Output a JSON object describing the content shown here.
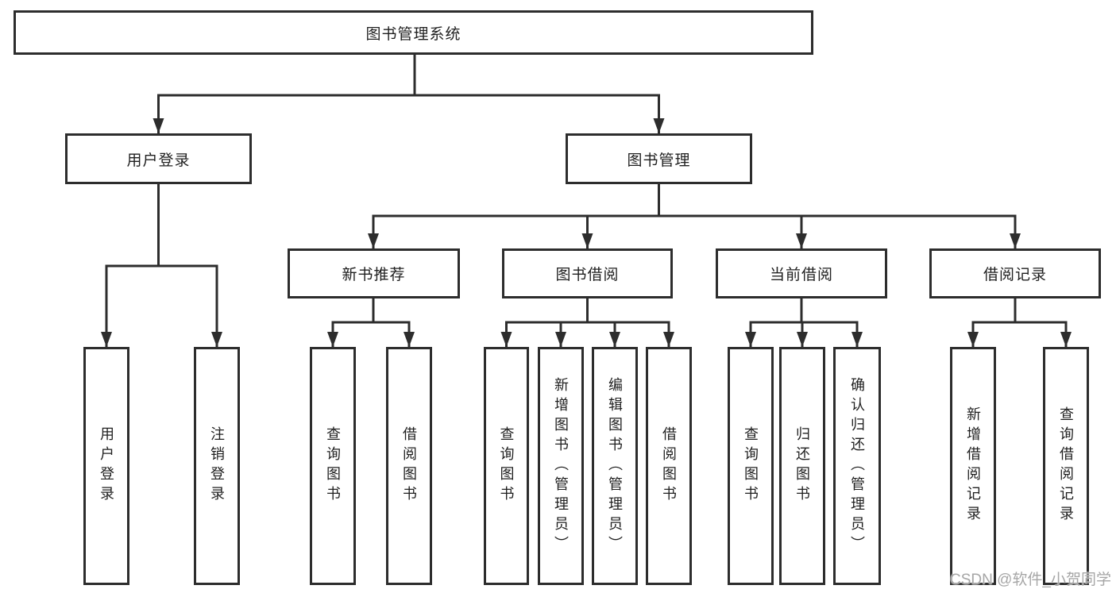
{
  "tree": {
    "title": "图书管理系统",
    "children": [
      {
        "label": "用户登录",
        "children": [
          {
            "label": "用户登录"
          },
          {
            "label": "注销登录"
          }
        ]
      },
      {
        "label": "图书管理",
        "children": [
          {
            "label": "新书推荐",
            "children": [
              {
                "label": "查询图书"
              },
              {
                "label": "借阅图书"
              }
            ]
          },
          {
            "label": "图书借阅",
            "children": [
              {
                "label": "查询图书"
              },
              {
                "label": "新增图书（管理员）"
              },
              {
                "label": "编辑图书（管理员）"
              },
              {
                "label": "借阅图书"
              }
            ]
          },
          {
            "label": "当前借阅",
            "children": [
              {
                "label": "查询图书"
              },
              {
                "label": "归还图书"
              },
              {
                "label": "确认归还（管理员）"
              }
            ]
          },
          {
            "label": "借阅记录",
            "children": [
              {
                "label": "新增借阅记录"
              },
              {
                "label": "查询借阅记录"
              }
            ]
          }
        ]
      }
    ]
  },
  "watermark": {
    "text": "CSDN @软件_小贺同学"
  },
  "colors": {
    "line": "#2d2d2d",
    "text": "#1f1f1f",
    "watermark": "#a6a6a6",
    "background": "#ffffff"
  }
}
